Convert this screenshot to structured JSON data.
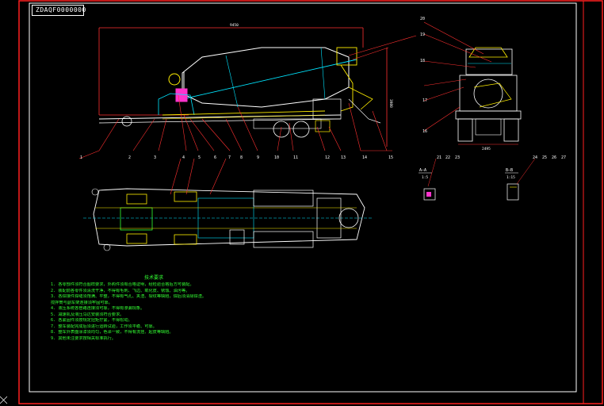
{
  "drawing": {
    "title_code": "ZDAQF0000000",
    "side_view_dimension": "9450",
    "height_dimension": "3980",
    "rear_view_dimension": "2495",
    "section_a_label": "A—A",
    "section_a_scale": "1:5",
    "section_b_label": "B—B",
    "section_b_scale": "1:15"
  },
  "balloons": {
    "side": [
      "1",
      "2",
      "3",
      "4",
      "5",
      "6",
      "7",
      "8",
      "9",
      "10",
      "11",
      "12",
      "13",
      "14",
      "15"
    ],
    "rear": [
      "20",
      "19",
      "18",
      "17",
      "16"
    ],
    "rear_bottom": [
      "21",
      "22",
      "23"
    ],
    "right": [
      "24",
      "25",
      "26",
      "27"
    ]
  },
  "notes": {
    "title": "技术要求",
    "lines": [
      "1. 各零部件须符合图样要求，外购件须有合格证明，经检验合格后方可装配。",
      "2. 装配前各零件须清洗干净，不得有毛刺、飞边、氧化皮、锈蚀、油污等。",
      "3. 各焊接件焊缝须饱满、平整，不得有气孔、夹渣、裂纹等缺陷，焊后须清除焊渣。",
      "   搅拌筒与副车架连接须牢固可靠。",
      "4. 液压系统各管路连接须可靠，不得有渗漏现象。",
      "5. 减速机及液压马达安装须符合要求。",
      "6. 各紧固件须按规定扭矩拧紧，不得松动。",
      "7. 整车装配完成后须进行运转试验，工作须平稳、可靠。",
      "8. 整车外表面涂漆须均匀，色泽一致，不得有流挂、起皮等缺陷。",
      "9. 其他未注要求按相关标准执行。"
    ]
  },
  "colors": {
    "frame_border": "#ff2020",
    "lines": "#ffffff",
    "dimension": "#ff3030",
    "notes": "#33ff33",
    "accent_cyan": "#00e5ff",
    "accent_yellow": "#ffee00",
    "accent_magenta": "#ff33cc"
  }
}
